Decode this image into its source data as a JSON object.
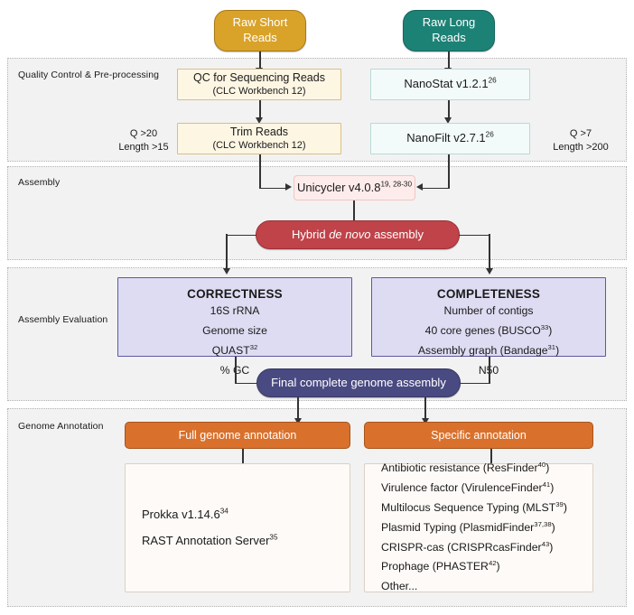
{
  "sections": [
    {
      "label": "Quality Control & Pre-processing"
    },
    {
      "label": "Assembly"
    },
    {
      "label": "Assembly Evaluation"
    },
    {
      "label": "Genome Annotation"
    }
  ],
  "inputs": {
    "short_reads": "Raw Short\nReads",
    "short_reads_l1": "Raw Short",
    "short_reads_l2": "Reads",
    "long_reads_l1": "Raw Long",
    "long_reads_l2": "Reads"
  },
  "qc": {
    "short_qc_title": "QC for Sequencing Reads",
    "short_qc_sub": "(CLC Workbench 12)",
    "short_trim_title": "Trim Reads",
    "short_trim_sub": "(CLC Workbench 12)",
    "long_nanostat": "NanoStat v1.2.1",
    "long_nanostat_ref": "26",
    "long_nanofilt": "NanoFilt v2.7.1",
    "long_nanofilt_ref": "26",
    "left_note_l1": "Q >20",
    "left_note_l2": "Length >15",
    "right_note_l1": "Q >7",
    "right_note_l2": "Length >200"
  },
  "assembly": {
    "unicycler": "Unicycler v4.0.8",
    "unicycler_ref": "19, 28-30",
    "hybrid_pre": "Hybrid ",
    "hybrid_ital": "de novo",
    "hybrid_post": " assembly"
  },
  "evaluation": {
    "correctness": {
      "title": "CORRECTNESS",
      "items": [
        {
          "text": "16S rRNA",
          "ref": ""
        },
        {
          "text": "Genome size",
          "ref": ""
        },
        {
          "text": "QUAST",
          "ref": "32"
        },
        {
          "text": "% GC",
          "ref": ""
        }
      ]
    },
    "completeness": {
      "title": "COMPLETENESS",
      "items": [
        {
          "text": "Number of contigs",
          "ref": ""
        },
        {
          "text": "40 core genes (BUSCO",
          "ref": "33",
          "tail": ")"
        },
        {
          "text": "Assembly graph (Bandage",
          "ref": "31",
          "tail": ")"
        },
        {
          "text": "N50",
          "ref": ""
        }
      ]
    },
    "final": "Final complete genome assembly"
  },
  "annotation": {
    "full_head": "Full genome annotation",
    "specific_head": "Specific annotation",
    "full_items": [
      {
        "text": "Prokka v1.14.6",
        "ref": "34",
        "tail": ""
      },
      {
        "text": "RAST Annotation Server",
        "ref": "35",
        "tail": ""
      }
    ],
    "specific_items": [
      {
        "text": "Antibiotic resistance (ResFinder",
        "ref": "40",
        "tail": ")"
      },
      {
        "text": "Virulence factor (VirulenceFinder",
        "ref": "41",
        "tail": ")"
      },
      {
        "text": "Multilocus Sequence Typing (MLST",
        "ref": "39",
        "tail": ")"
      },
      {
        "text": "Plasmid Typing (PlasmidFinder",
        "ref": "37,38",
        "tail": ")"
      },
      {
        "text": "CRISPR-cas (CRISPRcasFinder",
        "ref": "43",
        "tail": ")"
      },
      {
        "text": "Prophage (PHASTER",
        "ref": "42",
        "tail": ")"
      },
      {
        "text": "Other...",
        "ref": "",
        "tail": ""
      }
    ]
  },
  "colors": {
    "short_reads": "#d9a229",
    "long_reads": "#1d8276",
    "hybrid": "#c0434a",
    "final": "#4a4a82",
    "evaluation": "#dedcf2",
    "annotation": "#d9712c",
    "band": "#f2f2f2"
  }
}
